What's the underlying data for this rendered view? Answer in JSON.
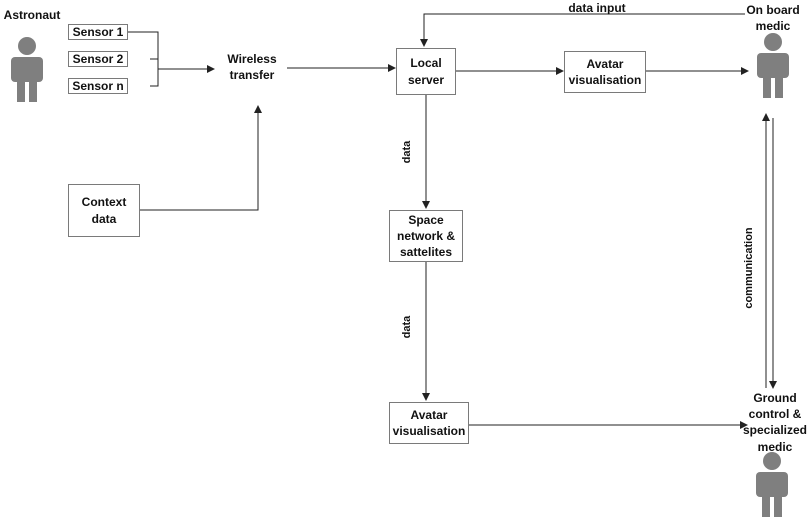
{
  "actors": {
    "astronaut": "Astronaut",
    "onboard_medic": "On board\nmedic",
    "ground_control": "Ground\ncontrol &\nspecialized\nmedic"
  },
  "sensors": [
    "Sensor 1",
    "Sensor 2",
    "Sensor n"
  ],
  "nodes": {
    "context_data": "Context\ndata",
    "wireless_transfer": "Wireless\ntransfer",
    "local_server": "Local\nserver",
    "avatar_top": "Avatar\nvisualisation",
    "space_network": "Space\nnetwork &\nsattelites",
    "avatar_bottom": "Avatar\nvisualisation"
  },
  "edge_labels": {
    "data_input": "data input",
    "data_1": "data",
    "data_2": "data",
    "communication": "communication"
  },
  "colors": {
    "line": "#222222",
    "person": "#7f7f7f",
    "box_border": "#7a7a7a"
  }
}
